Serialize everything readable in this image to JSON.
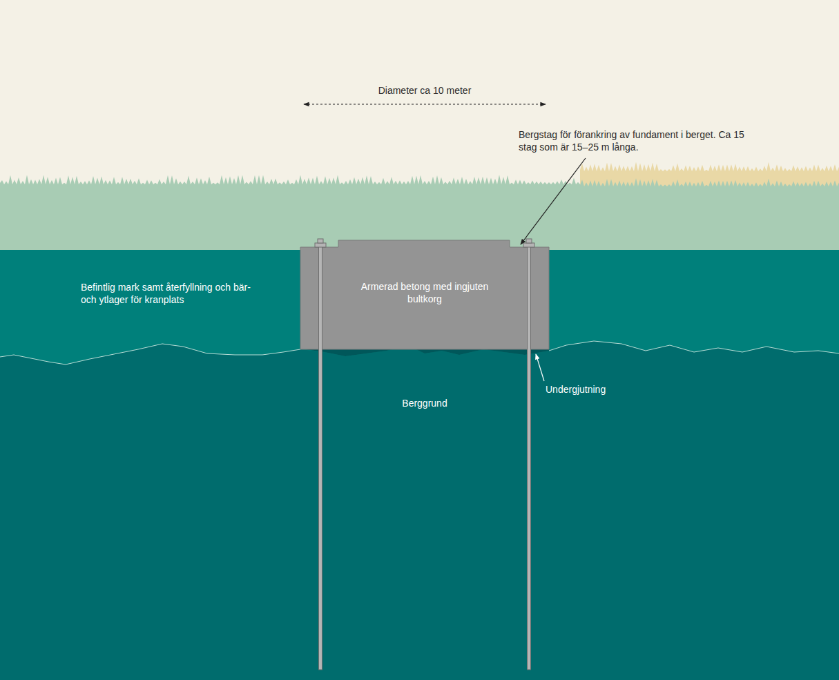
{
  "diagram": {
    "nodes": [
      {
        "text": [
          "Armerad betong med ingjuten bultkorg"
        ]
      }
    ],
    "labels": [
      "Diameter ca 10 meter",
      "Bergstag för förankring av fundament i berget. Ca 15 stag som är 15–25 m långa.",
      "Befintlig mark samt återfyllning och bär- och ytlager för kranplats",
      "Undergjutning",
      "Berggrund"
    ]
  }
}
